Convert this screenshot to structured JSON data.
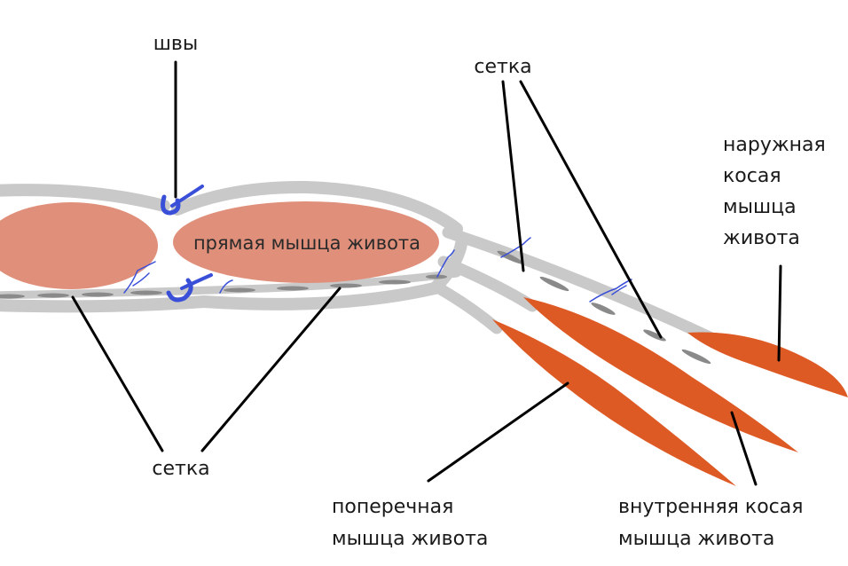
{
  "labels": {
    "sutures": "швы",
    "mesh_top": "сетка",
    "mesh_bottom": "сетка",
    "external_oblique": [
      "наружная",
      "косая",
      "мышца",
      "живота"
    ],
    "rectus": "прямая мышца живота",
    "transverse": [
      "поперечная",
      "мышца живота"
    ],
    "internal_oblique": [
      "внутренняя косая",
      "мышца живота"
    ]
  },
  "colors": {
    "rectus_muscle": "#e0907a",
    "oblique_muscles": "#de5a25",
    "sheath": "#c9c9c9",
    "mesh": "#8a8a8a",
    "sutures": "#3a4fd8",
    "leader_lines": "#000000"
  }
}
